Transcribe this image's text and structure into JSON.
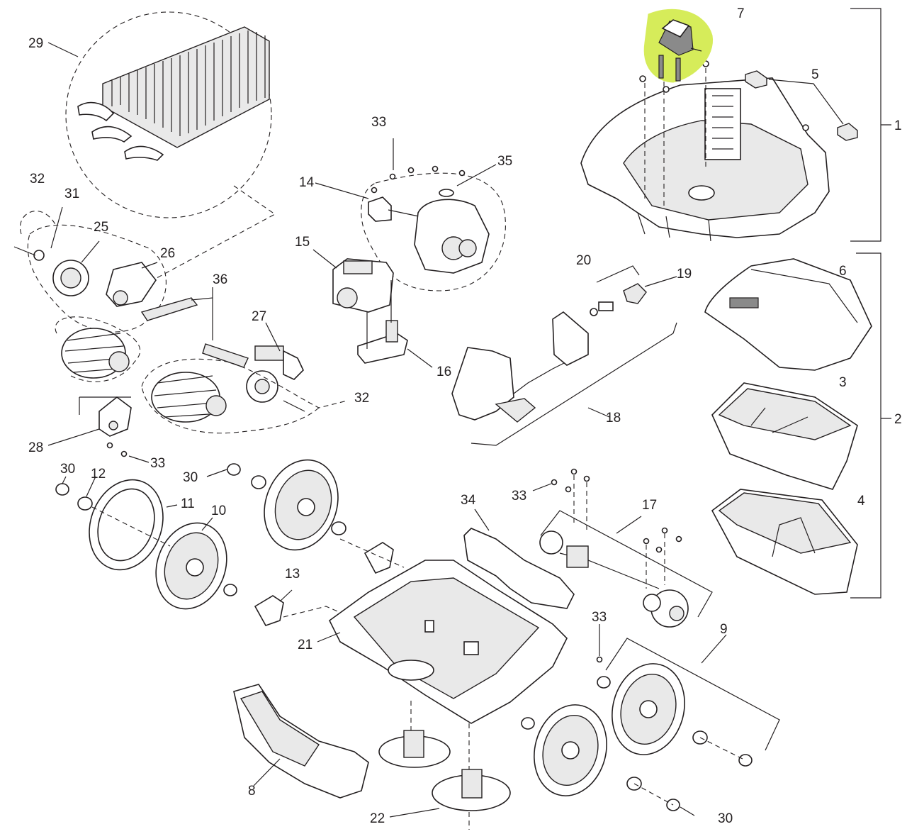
{
  "diagram": {
    "highlight_color": "#d6ec5a",
    "line_color": "#231f20",
    "callouts": [
      {
        "id": "c1",
        "label": "1"
      },
      {
        "id": "c2",
        "label": "2"
      },
      {
        "id": "c3",
        "label": "3"
      },
      {
        "id": "c4",
        "label": "4"
      },
      {
        "id": "c5",
        "label": "5"
      },
      {
        "id": "c6",
        "label": "6"
      },
      {
        "id": "c7",
        "label": "7"
      },
      {
        "id": "c8",
        "label": "8"
      },
      {
        "id": "c9",
        "label": "9"
      },
      {
        "id": "c10",
        "label": "10"
      },
      {
        "id": "c11",
        "label": "11"
      },
      {
        "id": "c12",
        "label": "12"
      },
      {
        "id": "c13",
        "label": "13"
      },
      {
        "id": "c14",
        "label": "14"
      },
      {
        "id": "c15",
        "label": "15"
      },
      {
        "id": "c16",
        "label": "16"
      },
      {
        "id": "c17",
        "label": "17"
      },
      {
        "id": "c18",
        "label": "18"
      },
      {
        "id": "c19",
        "label": "19"
      },
      {
        "id": "c20",
        "label": "20"
      },
      {
        "id": "c21",
        "label": "21"
      },
      {
        "id": "c22",
        "label": "22"
      },
      {
        "id": "c25",
        "label": "25"
      },
      {
        "id": "c26",
        "label": "26"
      },
      {
        "id": "c27",
        "label": "27"
      },
      {
        "id": "c28",
        "label": "28"
      },
      {
        "id": "c29",
        "label": "29"
      },
      {
        "id": "c30a",
        "label": "30"
      },
      {
        "id": "c30b",
        "label": "30"
      },
      {
        "id": "c30c",
        "label": "30"
      },
      {
        "id": "c31",
        "label": "31"
      },
      {
        "id": "c32a",
        "label": "32"
      },
      {
        "id": "c32b",
        "label": "32"
      },
      {
        "id": "c33a",
        "label": "33"
      },
      {
        "id": "c33b",
        "label": "33"
      },
      {
        "id": "c33c",
        "label": "33"
      },
      {
        "id": "c33d",
        "label": "33"
      },
      {
        "id": "c34",
        "label": "34"
      },
      {
        "id": "c35",
        "label": "35"
      },
      {
        "id": "c36",
        "label": "36"
      }
    ]
  }
}
